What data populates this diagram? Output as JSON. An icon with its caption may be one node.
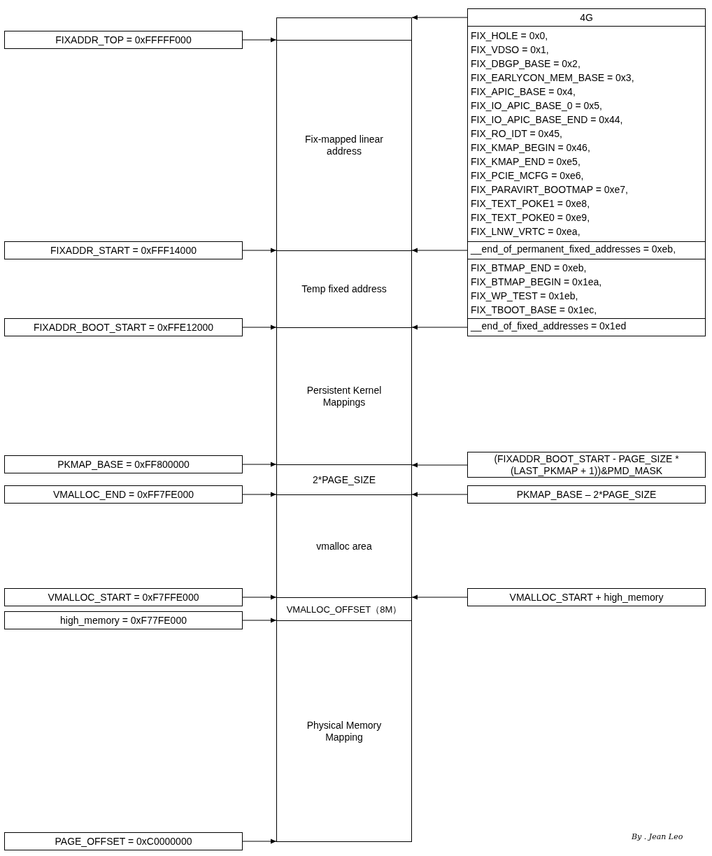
{
  "diagram": {
    "nodes": [
      {
        "text": [],
        "shape": "box"
      },
      {
        "text": [],
        "shape": "box",
        "in": 0
      },
      {
        "text": [
          "Fix-mapped linear address"
        ],
        "in": 0
      },
      {
        "text": [
          "Temp fixed address"
        ],
        "in": 0
      },
      {
        "text": [
          "Persistent Kernel Mappings"
        ],
        "in": 0
      },
      {
        "text": [
          "2*PAGE_SIZE"
        ],
        "in": 0
      },
      {
        "text": [
          "vmalloc area"
        ],
        "in": 0
      },
      {
        "text": [
          "VMALLOC_OFFSET（8M）"
        ],
        "in": 0
      },
      {
        "text": [
          "Physical Memory Mapping"
        ],
        "in": 0
      },
      {
        "text": [
          "FIXADDR_TOP = 0xFFFFF000"
        ]
      },
      {
        "text": [
          "FIXADDR_START = 0xFFF14000"
        ]
      },
      {
        "text": [
          "FIXADDR_BOOT_START = 0xFFE12000"
        ]
      },
      {
        "text": [
          "PKMAP_BASE = 0xFF800000"
        ]
      },
      {
        "text": [
          "VMALLOC_END = 0xFF7FE000"
        ]
      },
      {
        "text": [
          "VMALLOC_START = 0xF7FFE000"
        ]
      },
      {
        "text": [
          "high_memory = 0xF77FE000"
        ]
      },
      {
        "text": [
          "PAGE_OFFSET = 0xC0000000"
        ]
      },
      {
        "text": [
          "4G"
        ]
      },
      {
        "text": [
          "FIX_HOLE = 0x0,",
          "FIX_VDSO = 0x1,",
          "FIX_DBGP_BASE = 0x2,",
          "FIX_EARLYCON_MEM_BASE = 0x3,",
          "FIX_APIC_BASE = 0x4,",
          "FIX_IO_APIC_BASE_0 = 0x5,",
          "FIX_IO_APIC_BASE_END = 0x44,",
          "FIX_RO_IDT = 0x45,",
          "FIX_KMAP_BEGIN = 0x46,",
          "FIX_KMAP_END = 0xe5,",
          "FIX_PCIE_MCFG = 0xe6,",
          "FIX_PARAVIRT_BOOTMAP = 0xe7,",
          "FIX_TEXT_POKE1 = 0xe8,",
          "FIX_TEXT_POKE0 = 0xe9,",
          "FIX_LNW_VRTC = 0xea,"
        ]
      },
      {
        "text": [
          "__end_of_permanent_fixed_addresses = 0xeb,"
        ]
      },
      {
        "text": [
          "FIX_BTMAP_END = 0xeb,",
          "FIX_BTMAP_BEGIN = 0x1ea,",
          "FIX_WP_TEST = 0x1eb,",
          "FIX_TBOOT_BASE = 0x1ec,"
        ]
      },
      {
        "text": [
          "__end_of_fixed_addresses = 0x1ed"
        ]
      },
      {
        "text": [
          "(FIXADDR_BOOT_START - PAGE_SIZE * (LAST_PKMAP + 1))&PMD_MASK"
        ]
      },
      {
        "text": [
          "PKMAP_BASE – 2*PAGE_SIZE"
        ]
      },
      {
        "text": [
          "VMALLOC_START + high_memory"
        ]
      }
    ],
    "edges": [
      {
        "from": 17,
        "to": 0,
        "arrow": "to"
      },
      {
        "from": 9,
        "to": 0,
        "arrow": "to"
      },
      {
        "from": 10,
        "to": 0,
        "arrow": "to"
      },
      {
        "from": 19,
        "to": 0,
        "arrow": "to"
      },
      {
        "from": 11,
        "to": 0,
        "arrow": "to"
      },
      {
        "from": 21,
        "to": 0,
        "arrow": "to"
      },
      {
        "from": 12,
        "to": 0,
        "arrow": "to"
      },
      {
        "from": 22,
        "to": 0,
        "arrow": "to"
      },
      {
        "from": 13,
        "to": 0,
        "arrow": "to"
      },
      {
        "from": 23,
        "to": 0,
        "arrow": "to"
      },
      {
        "from": 14,
        "to": 0,
        "arrow": "to"
      },
      {
        "from": 24,
        "to": 0,
        "arrow": "to"
      },
      {
        "from": 15,
        "to": 0,
        "arrow": "to"
      },
      {
        "from": 16,
        "to": 0,
        "arrow": "to"
      }
    ],
    "labels": [
      "By . Jean Leo"
    ]
  }
}
